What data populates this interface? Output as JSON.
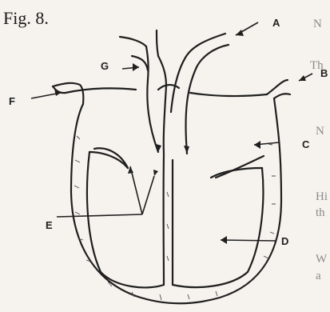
{
  "figure": {
    "title": "Fig. 8."
  },
  "labels": {
    "A": "A",
    "B": "B",
    "C": "C",
    "D": "D",
    "E": "E",
    "F": "F",
    "G": "G"
  },
  "margin_fragments": [
    "N",
    "Th",
    "N",
    "Hi",
    "th",
    "W",
    "a"
  ],
  "colors": {
    "paper": "#f6f3ee",
    "ink": "#1f1f1f",
    "faded": "#8a8a8a"
  }
}
